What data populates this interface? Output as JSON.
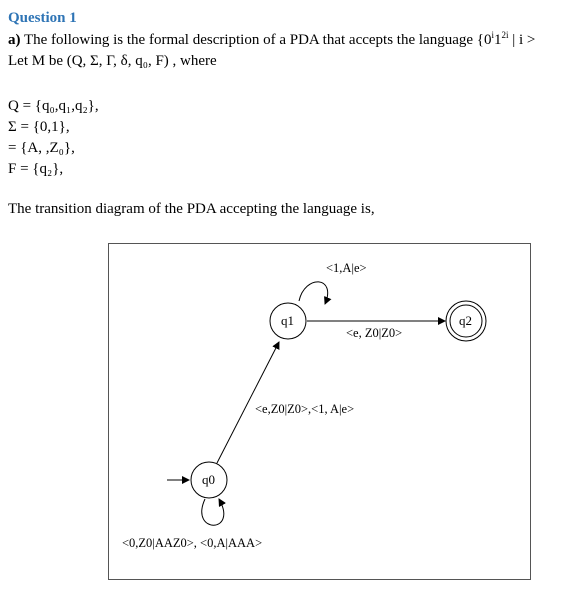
{
  "question": {
    "title": "Question 1",
    "part_label": "a)",
    "intro": "The following is the formal description of a PDA that accepts the language",
    "language_open": "{0",
    "exp1": "i",
    "one": "1",
    "exp2": "2i",
    "language_close": " | i >",
    "let_line": "Let M be (Q, Σ, Γ, δ, q₀, F) , where"
  },
  "definitions": {
    "Q": "Q = {q₀,q₁,q₂},",
    "Sigma": "Σ  = {0,1},",
    "Gamma": "  = {A, ,Z₀},",
    "F": "F  = {q₂},"
  },
  "paragraph": "The transition diagram of the PDA accepting the language is,",
  "diagram": {
    "states": {
      "q0": "q0",
      "q1": "q1",
      "q2": "q2"
    },
    "transitions": {
      "q1_loop": "<1,A|e>",
      "q1_to_q2": "<e, Z0|Z0>",
      "q0_to_q1": "<e,Z0|Z0>,<1, A|e>",
      "q0_loop": "<0,Z0|AAZ0>, <0,A|AAA>"
    }
  }
}
